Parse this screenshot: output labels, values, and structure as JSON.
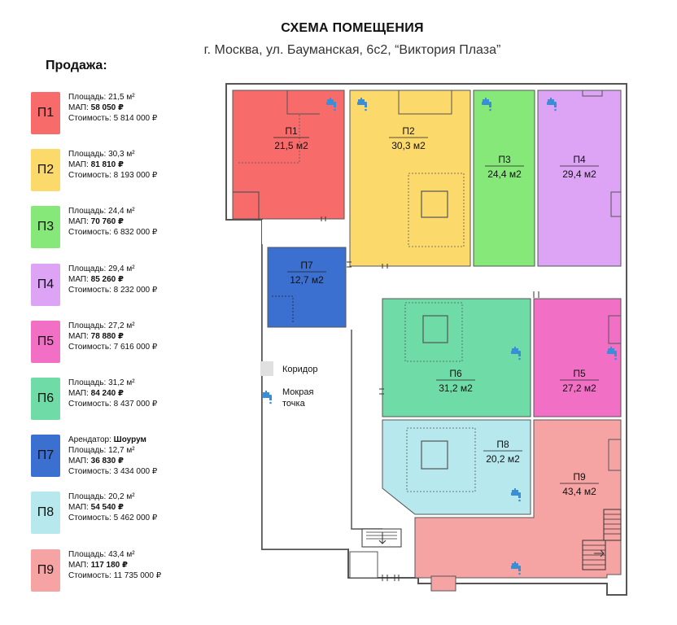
{
  "title": "СХЕМА ПОМЕЩЕНИЯ",
  "address": "г. Москва, ул. Бауманская, 6с2, “Виктория Плаза”",
  "sale_heading": "Продажа:",
  "labels": {
    "area": "Площадь: ",
    "map": "МАП: ",
    "cost": "Стоимость: ",
    "tenant": "Арендатор: "
  },
  "units": [
    {
      "id": "П1",
      "color": "#f76b6b",
      "area": "21,5 м²",
      "map": "58 050 ₽",
      "cost": "5 814 000 ₽",
      "plan_area": "21,5 м2"
    },
    {
      "id": "П2",
      "color": "#fbd96b",
      "area": "30,3 м²",
      "map": "81 810 ₽",
      "cost": "8 193 000 ₽",
      "plan_area": "30,3 м2"
    },
    {
      "id": "П3",
      "color": "#86e879",
      "area": "24,4 м²",
      "map": "70 760 ₽",
      "cost": "6 832 000 ₽",
      "plan_area": "24,4 м2"
    },
    {
      "id": "П4",
      "color": "#dda4f6",
      "area": "29,4 м²",
      "map": "85 260 ₽",
      "cost": "8 232 000 ₽",
      "plan_area": "29,4 м2"
    },
    {
      "id": "П5",
      "color": "#f26fc6",
      "area": "27,2 м²",
      "map": "78 880 ₽",
      "cost": "7 616 000 ₽",
      "plan_area": "27,2 м2"
    },
    {
      "id": "П6",
      "color": "#6fdca8",
      "area": "31,2 м²",
      "map": "84 240 ₽",
      "cost": "8 437 000 ₽",
      "plan_area": "31,2 м2"
    },
    {
      "id": "П7",
      "color": "#3b6fd0",
      "tenant": "Шоурум",
      "area": "12,7 м²",
      "map": "36 830 ₽",
      "cost": "3 434 000 ₽",
      "plan_area": "12,7 м2"
    },
    {
      "id": "П8",
      "color": "#b6e8ee",
      "area": "20,2 м²",
      "map": "54 540 ₽",
      "cost": "5 462 000 ₽",
      "plan_area": "20,2 м2"
    },
    {
      "id": "П9",
      "color": "#f6a3a3",
      "area": "43,4 м²",
      "map": "117 180 ₽",
      "cost": "11 735 000 ₽",
      "plan_area": "43,4 м2"
    }
  ],
  "legend": {
    "corridor": "Коридор",
    "wet_point_line1": "Мокрая",
    "wet_point_line2": "точка",
    "corridor_color": "#e0e0e0",
    "wet_point_icon": "faucet-icon"
  }
}
